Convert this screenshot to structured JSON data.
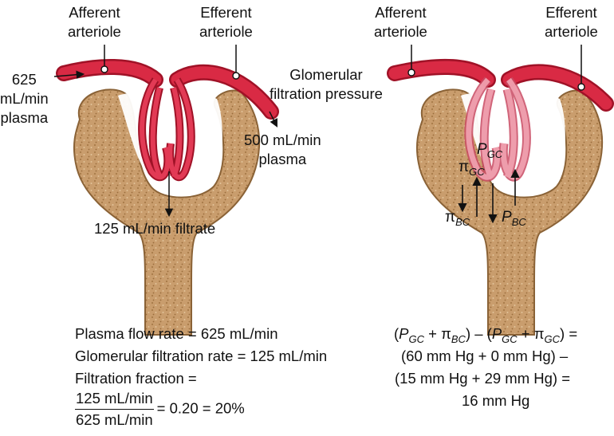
{
  "left_panel": {
    "afferent_label": "Afferent\narteriole",
    "efferent_label": "Efferent\narteriole",
    "inflow_label": "625\nmL/min\nplasma",
    "outflow_label": "500 mL/min\nplasma",
    "filtrate_label": "125 mL/min filtrate",
    "equations": {
      "line1": "Plasma flow rate = 625 mL/min",
      "line2": "Glomerular filtration rate = 125 mL/min",
      "line3": "Filtration fraction =",
      "frac_num": "125 mL/min",
      "frac_den": "625 mL/min",
      "frac_result": "= 0.20 = 20%"
    }
  },
  "right_panel": {
    "afferent_label": "Afferent\narteriole",
    "efferent_label": "Efferent\narteriole",
    "pressure_label": "Glomerular\nfiltration pressure",
    "forces": {
      "p_symbol": "P",
      "pi_symbol": "π",
      "gc_sub": "GC",
      "bc_sub": "BC"
    },
    "equations": {
      "line1_open": "(",
      "plus": " + ",
      "close_minus_open": ") – (",
      "close_eq": ") =",
      "line2": "(60 mm Hg + 0 mm Hg) –",
      "line3": "(15 mm Hg + 29 mm Hg) =",
      "line4": "16 mm Hg"
    }
  },
  "colors": {
    "vessel": "#d92a44",
    "vessel_dark": "#a01227",
    "vessel_light": "#f07a8a",
    "capsule": "#caa071",
    "capsule_dark": "#8a6236",
    "capsule_space": "#ffffff"
  }
}
